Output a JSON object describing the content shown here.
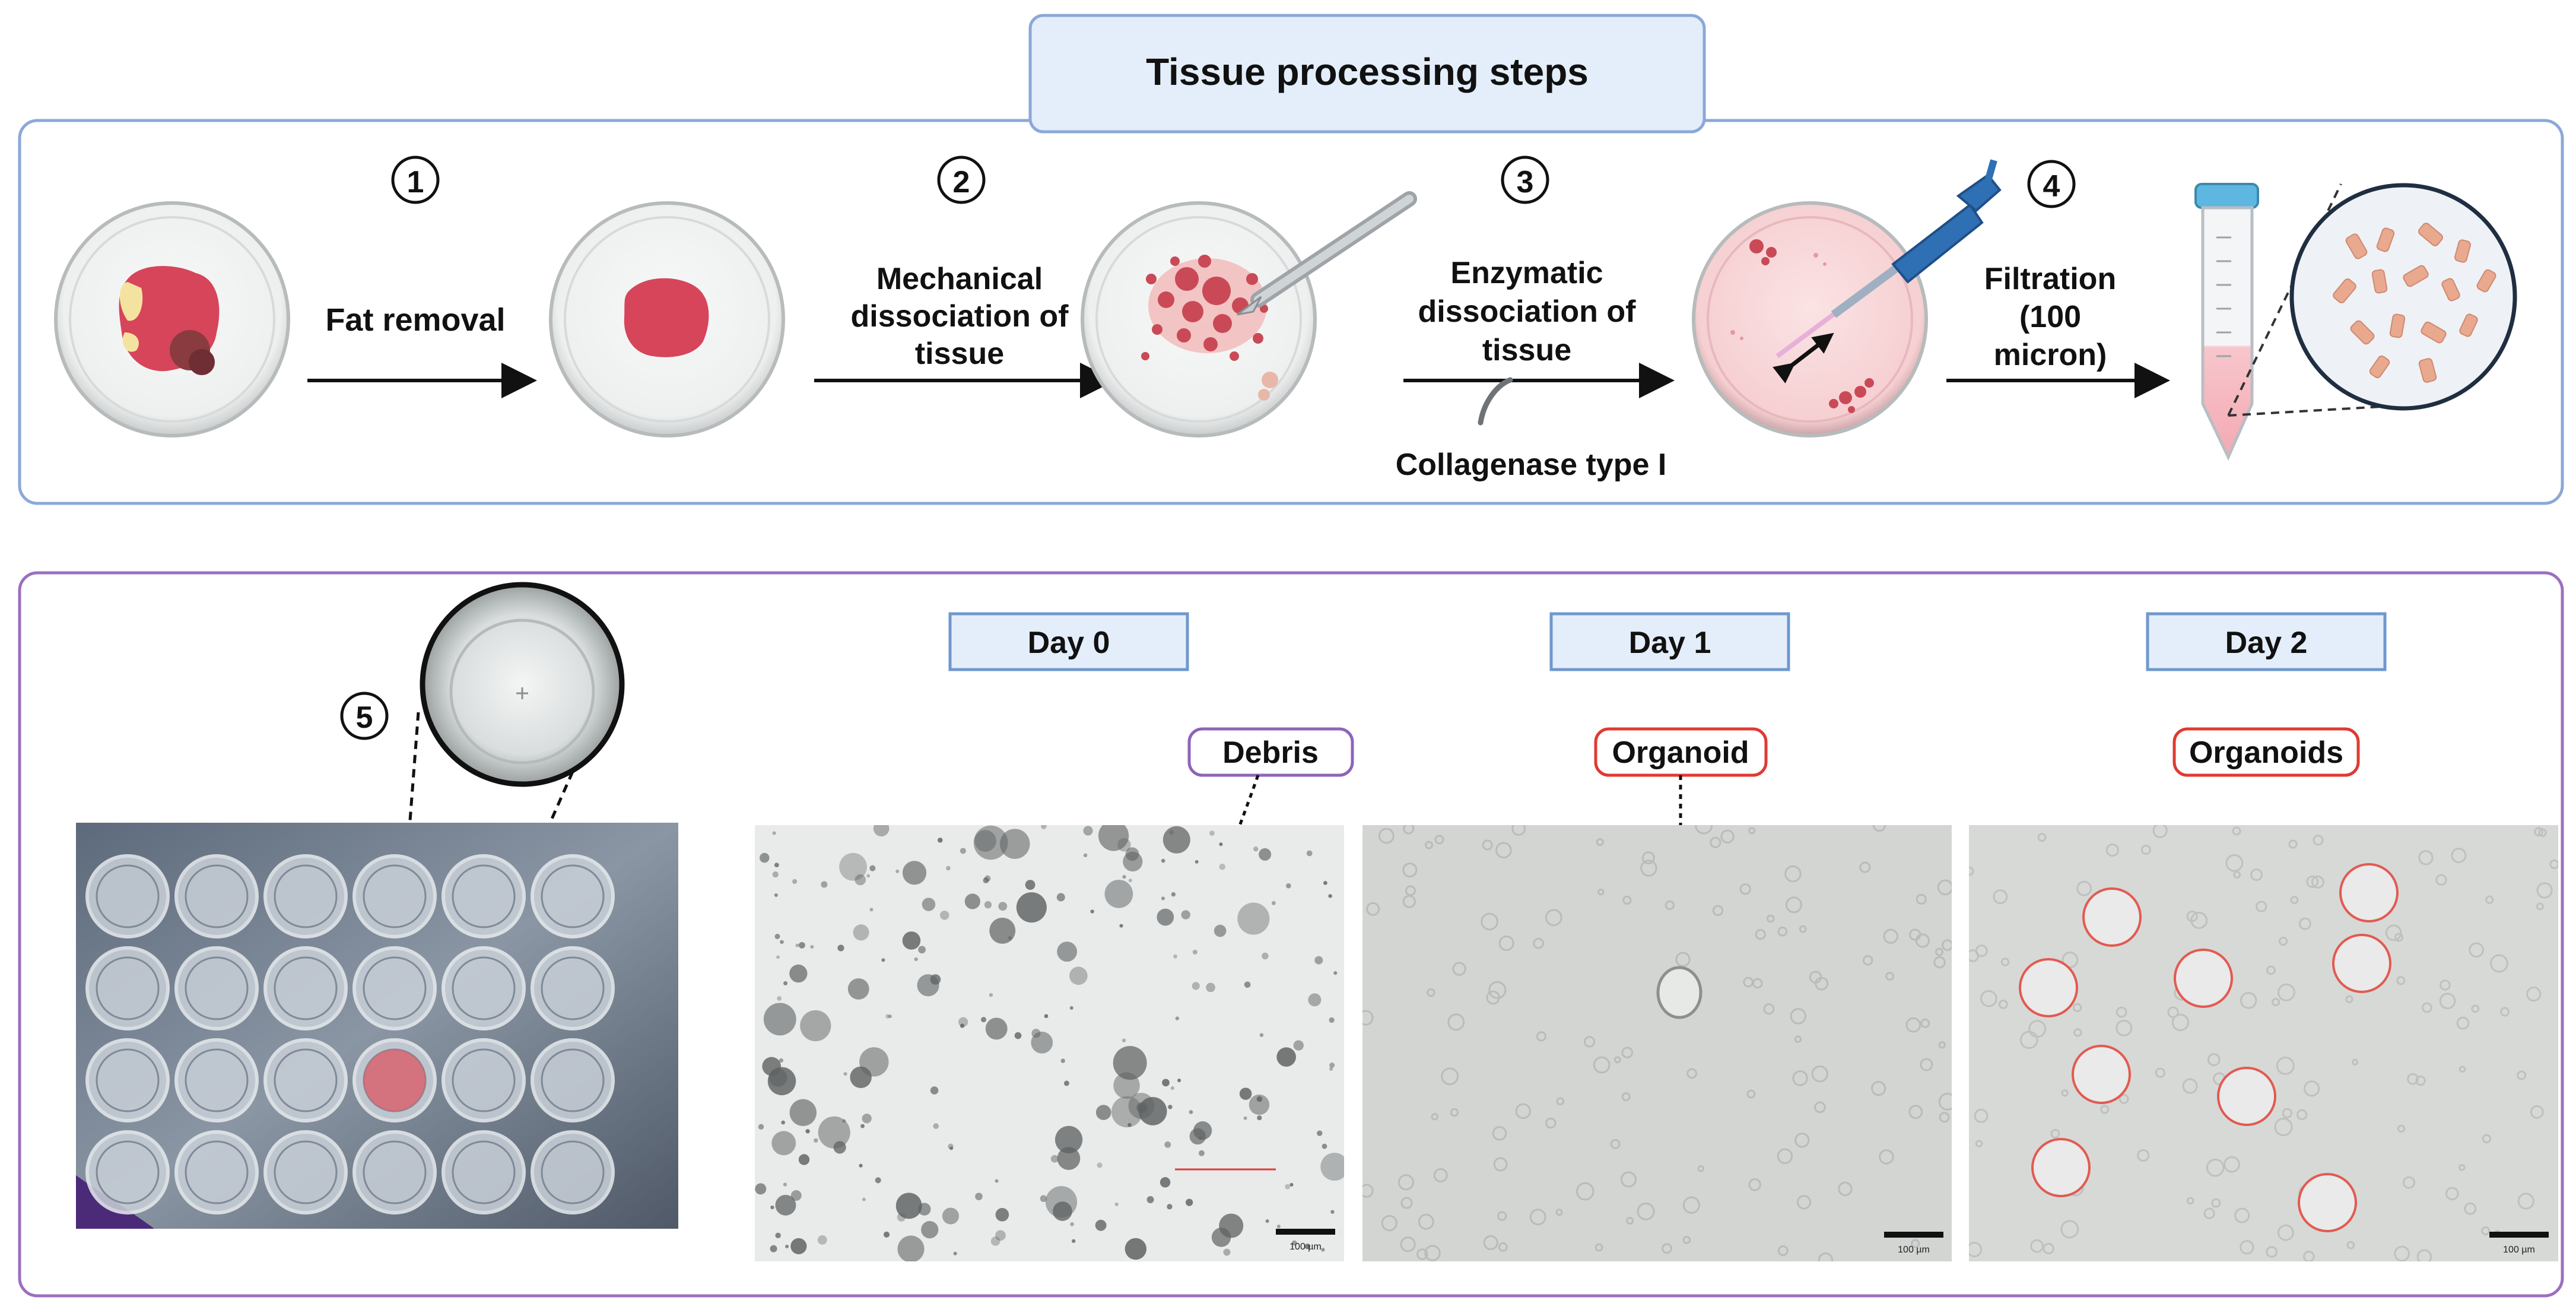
{
  "header": {
    "title": "Tissue processing steps"
  },
  "steps": [
    {
      "number": "1",
      "label": "Fat removal"
    },
    {
      "number": "2",
      "label_lines": [
        "Mechanical",
        "dissociation of",
        "tissue"
      ]
    },
    {
      "number": "3",
      "label_lines": [
        "Enzymatic",
        "dissociation of",
        "tissue"
      ],
      "reagent": "Collagenase type I"
    },
    {
      "number": "4",
      "label_lines": [
        "Filtration",
        "(100",
        "micron)"
      ]
    }
  ],
  "culture": {
    "step_number": "5",
    "days": [
      {
        "label": "Day 0",
        "tag": "Debris",
        "scale_bar": "100 µm"
      },
      {
        "label": "Day 1",
        "tag": "Organoid",
        "scale_bar": "100 µm"
      },
      {
        "label": "Day 2",
        "tag": "Organoids",
        "scale_bar": "100 µm"
      }
    ]
  },
  "colors": {
    "top_frame": "#8aa8d8",
    "bottom_frame": "#9b6fc0",
    "title_fill": "#e4eefa",
    "tissue_red": "#d6455a",
    "fat_yellow": "#f4e3a0",
    "debris_tag": "#8e64b8",
    "organoid_tag": "#e03a32"
  }
}
